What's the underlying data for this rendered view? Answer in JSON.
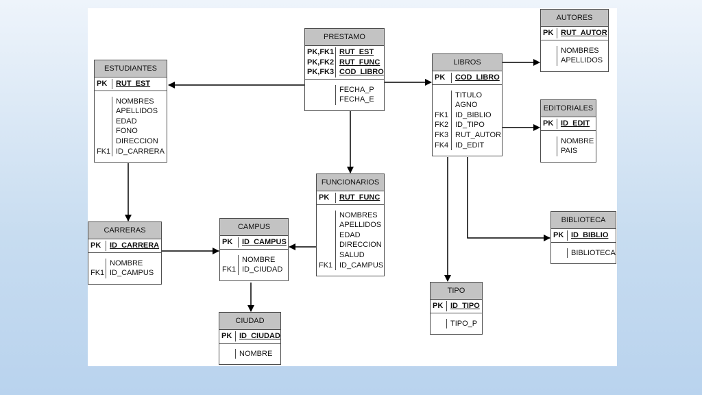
{
  "entities": {
    "prestamo": {
      "title": "PRESTAMO",
      "pk_keys": [
        "PK,FK1",
        "PK,FK2",
        "PK,FK3"
      ],
      "pk_fields": [
        "RUT_EST",
        "RUT_FUNC",
        "COD_LIBRO"
      ],
      "attr_keys": [
        "",
        ""
      ],
      "attr_fields": [
        "FECHA_P",
        "FECHA_E"
      ]
    },
    "estudiantes": {
      "title": "ESTUDIANTES",
      "pk_keys": [
        "PK"
      ],
      "pk_fields": [
        "RUT_EST"
      ],
      "attr_keys": [
        "",
        "",
        "",
        "",
        "",
        "FK1"
      ],
      "attr_fields": [
        "NOMBRES",
        "APELLIDOS",
        "EDAD",
        "FONO",
        "DIRECCION",
        "ID_CARRERA"
      ]
    },
    "libros": {
      "title": "LIBROS",
      "pk_keys": [
        "PK"
      ],
      "pk_fields": [
        "COD_LIBRO"
      ],
      "attr_keys": [
        "",
        "",
        "FK1",
        "FK2",
        "FK3",
        "FK4"
      ],
      "attr_fields": [
        "TITULO",
        "AGNO",
        "ID_BIBLIO",
        "ID_TIPO",
        "RUT_AUTOR",
        "ID_EDIT"
      ]
    },
    "autores": {
      "title": "AUTORES",
      "pk_keys": [
        "PK"
      ],
      "pk_fields": [
        "RUT_AUTOR"
      ],
      "attr_keys": [
        "",
        ""
      ],
      "attr_fields": [
        "NOMBRES",
        "APELLIDOS"
      ]
    },
    "editoriales": {
      "title": "EDITORIALES",
      "pk_keys": [
        "PK"
      ],
      "pk_fields": [
        "ID_EDIT"
      ],
      "attr_keys": [
        "",
        ""
      ],
      "attr_fields": [
        "NOMBRE",
        "PAIS"
      ]
    },
    "funcionarios": {
      "title": "FUNCIONARIOS",
      "pk_keys": [
        "PK"
      ],
      "pk_fields": [
        "RUT_FUNC"
      ],
      "attr_keys": [
        "",
        "",
        "",
        "",
        "",
        "FK1"
      ],
      "attr_fields": [
        "NOMBRES",
        "APELLIDOS",
        "EDAD",
        "DIRECCION",
        "SALUD",
        "ID_CAMPUS"
      ]
    },
    "carreras": {
      "title": "CARRERAS",
      "pk_keys": [
        "PK"
      ],
      "pk_fields": [
        "ID_CARRERA"
      ],
      "attr_keys": [
        "",
        "FK1"
      ],
      "attr_fields": [
        "NOMBRE",
        "ID_CAMPUS"
      ]
    },
    "campus": {
      "title": "CAMPUS",
      "pk_keys": [
        "PK"
      ],
      "pk_fields": [
        "ID_CAMPUS"
      ],
      "attr_keys": [
        "",
        "FK1"
      ],
      "attr_fields": [
        "NOMBRE",
        "ID_CIUDAD"
      ]
    },
    "ciudad": {
      "title": "CIUDAD",
      "pk_keys": [
        "PK"
      ],
      "pk_fields": [
        "ID_CIUDAD"
      ],
      "attr_keys": [
        ""
      ],
      "attr_fields": [
        "NOMBRE"
      ]
    },
    "biblioteca": {
      "title": "BIBLIOTECA",
      "pk_keys": [
        "PK"
      ],
      "pk_fields": [
        "ID_BIBLIO"
      ],
      "attr_keys": [
        ""
      ],
      "attr_fields": [
        "BIBLIOTECA"
      ]
    },
    "tipo": {
      "title": "TIPO",
      "pk_keys": [
        "PK"
      ],
      "pk_fields": [
        "ID_TIPO"
      ],
      "attr_keys": [
        ""
      ],
      "attr_fields": [
        "TIPO_P"
      ]
    }
  },
  "relationships": [
    {
      "from": "prestamo",
      "to": "estudiantes"
    },
    {
      "from": "prestamo",
      "to": "libros"
    },
    {
      "from": "prestamo",
      "to": "funcionarios"
    },
    {
      "from": "libros",
      "to": "autores"
    },
    {
      "from": "libros",
      "to": "editoriales"
    },
    {
      "from": "libros",
      "to": "biblioteca"
    },
    {
      "from": "libros",
      "to": "tipo"
    },
    {
      "from": "estudiantes",
      "to": "carreras"
    },
    {
      "from": "carreras",
      "to": "campus"
    },
    {
      "from": "funcionarios",
      "to": "campus"
    },
    {
      "from": "campus",
      "to": "ciudad"
    }
  ],
  "colors": {
    "header_fill": "#c3c3c3",
    "border": "#4d4d4d",
    "line": "#000000"
  }
}
